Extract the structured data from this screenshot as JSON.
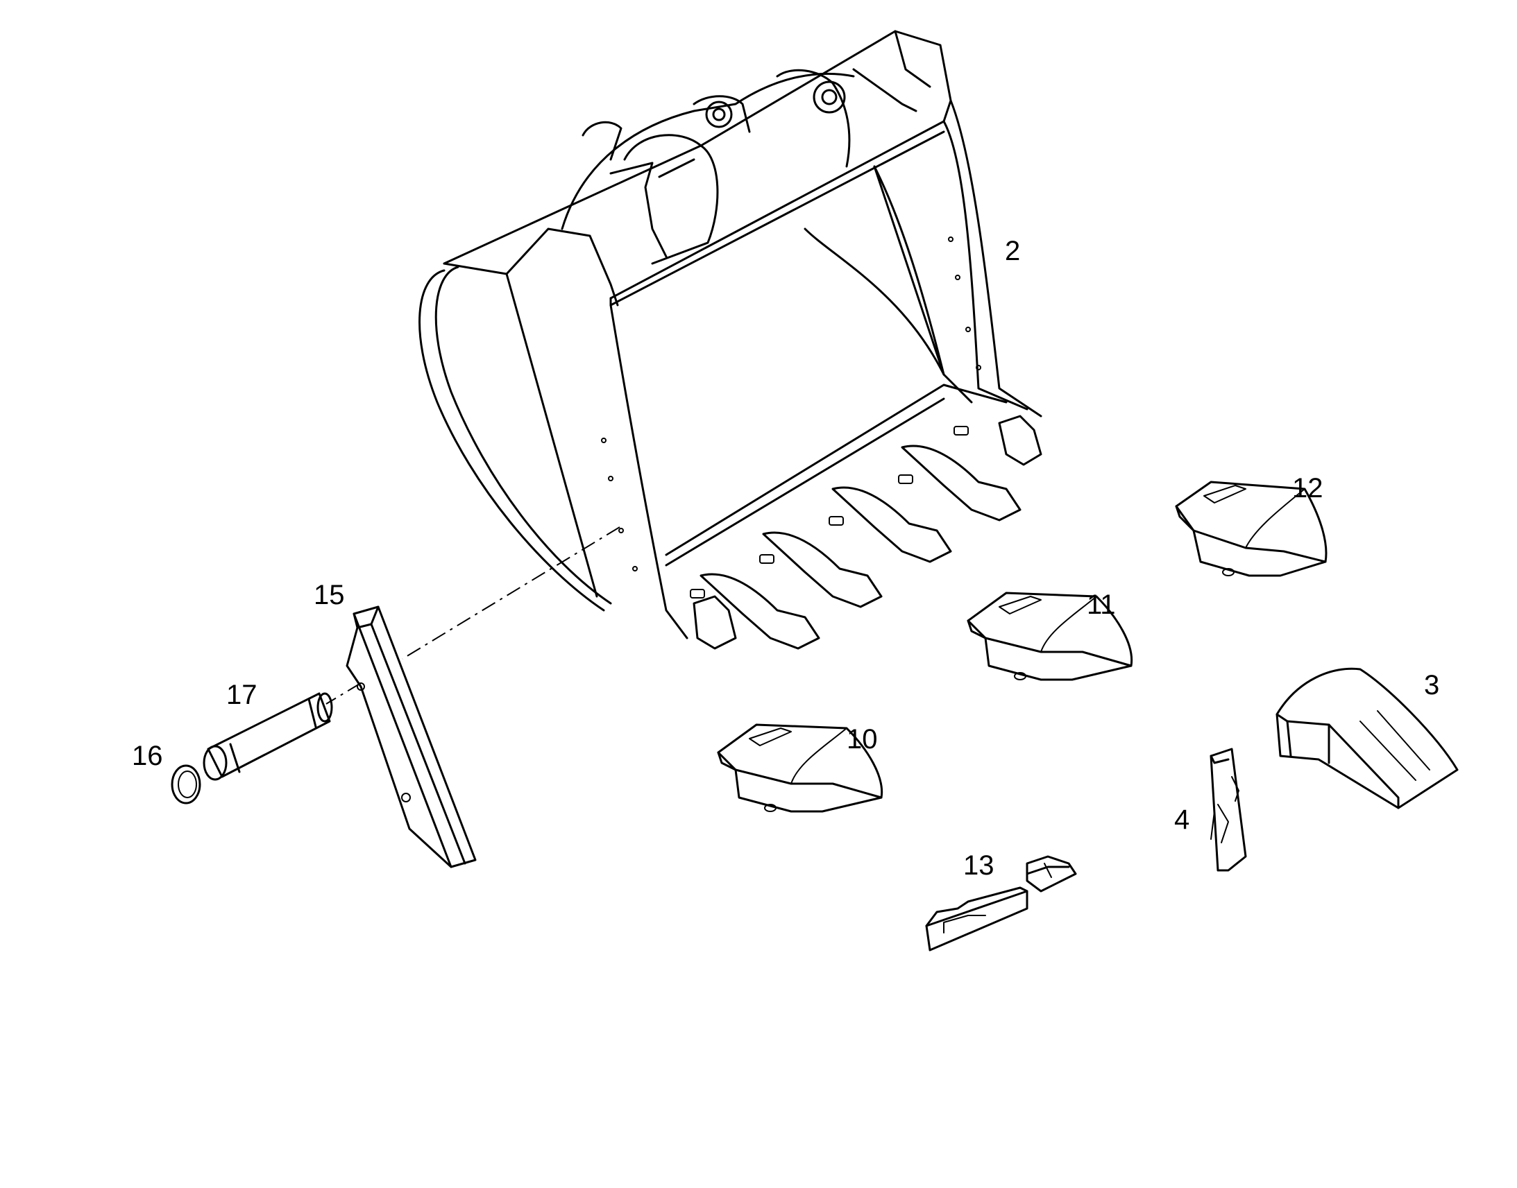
{
  "callouts": {
    "c2": "2",
    "c3": "3",
    "c4": "4",
    "c10": "10",
    "c11": "11",
    "c12": "12",
    "c13": "13",
    "c15": "15",
    "c16": "16",
    "c17": "17"
  },
  "colors": {
    "line": "#000000",
    "background": "#ffffff"
  }
}
